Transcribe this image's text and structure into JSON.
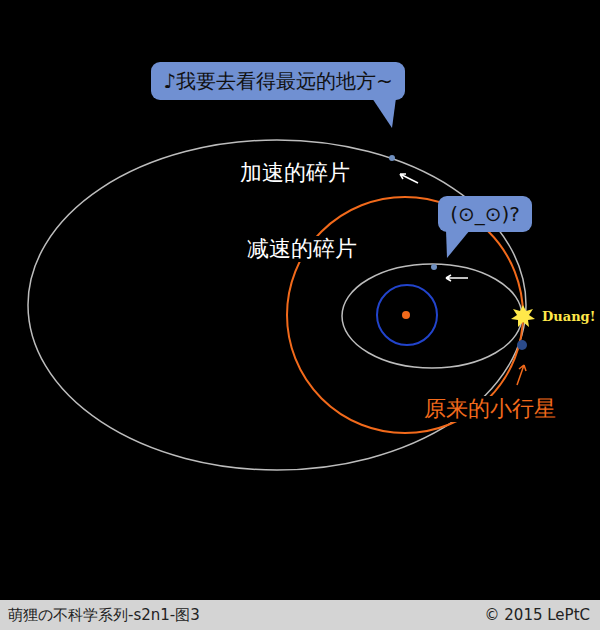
{
  "diagram": {
    "nodes": [
      {
        "text": [
          "♪我要去看得最远的地方~"
        ]
      },
      {
        "text": [
          "(⊙_⊙)?"
        ]
      }
    ],
    "labels": [
      "加速的碎片",
      "减速的碎片",
      "原来的小行星",
      "Duang!",
      "萌狸の不科学系列-s2n1-图3",
      "© 2015 LePtC"
    ]
  }
}
